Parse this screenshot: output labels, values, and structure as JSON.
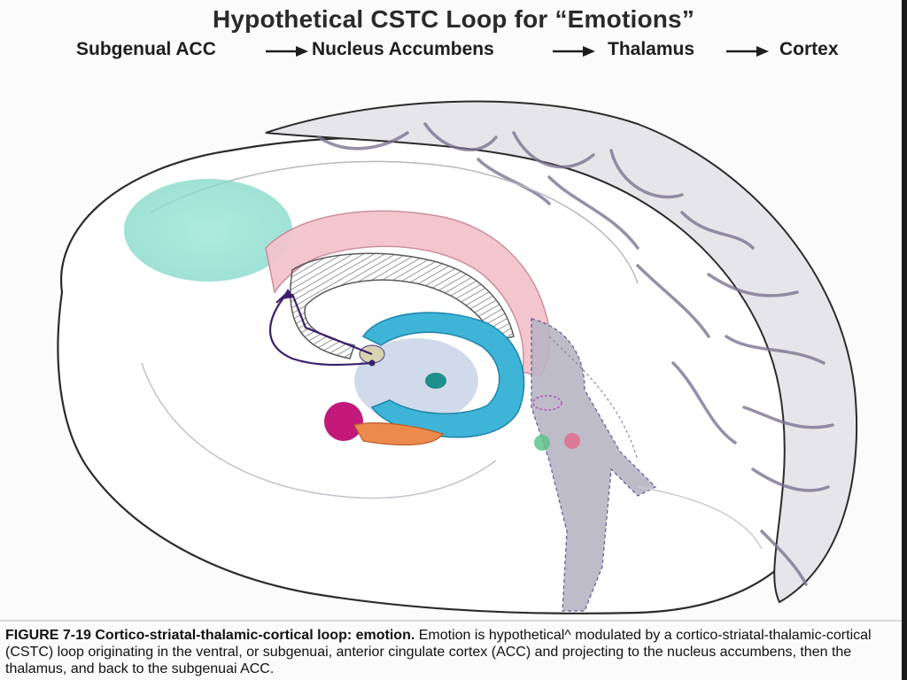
{
  "title": "Hypothetical CSTC Loop for “Emotions”",
  "pathway": [
    "Subgenual ACC",
    "Nucleus Accumbens",
    "Thalamus",
    "Cortex"
  ],
  "caption": {
    "figure_label": "FIGURE 7-19 Cortico-striatal-thalamic-cortical loop: emotion.",
    "text": "Emotion is hypothetical^ modulated by a cortico-striatal-thalamic-cortical (CSTC) loop originating in the ventral, or subgenuai, anterior cingulate cortex (ACC) and projecting to the nucleus accumbens, then the thalamus, and back to the subgenuai ACC."
  },
  "colors": {
    "acc_region": "#8fe0cf",
    "cingulate": "#f3c4cc",
    "striatum": "#3eb4d6",
    "amygdala": "#c2187a",
    "hippocampus": "#ec8a4c",
    "pathway_line": "#3b1f6e",
    "brainstem": "#b9b5c4"
  }
}
